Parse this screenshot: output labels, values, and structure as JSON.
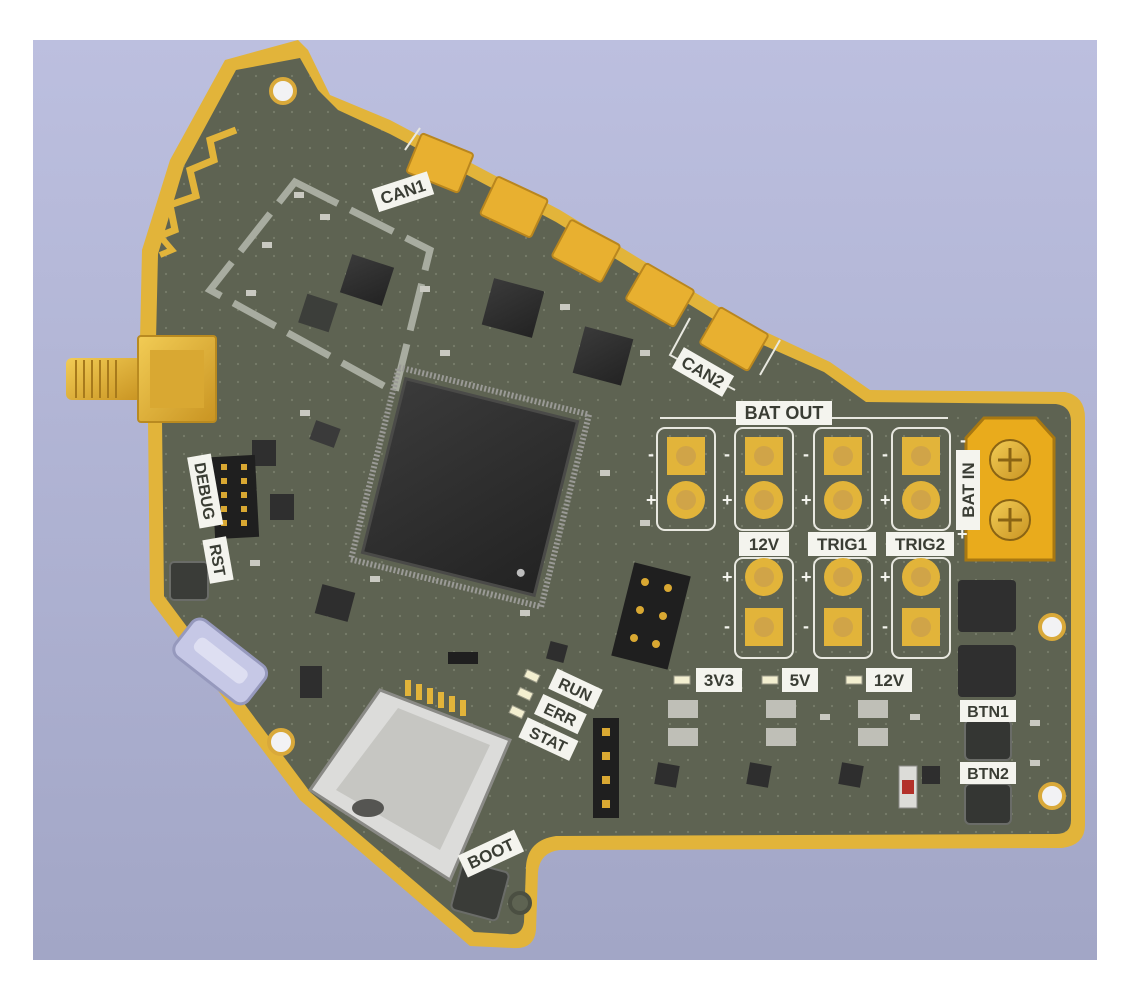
{
  "labels": {
    "can1": "CAN1",
    "can2": "CAN2",
    "bat_out": "BAT OUT",
    "bat_in": "BAT IN",
    "debug": "DEBUG",
    "rst": "RST",
    "v12_out": "12V",
    "trig1": "TRIG1",
    "trig2": "TRIG2",
    "v3v3": "3V3",
    "v5": "5V",
    "v12_led": "12V",
    "run": "RUN",
    "err": "ERR",
    "stat": "STAT",
    "btn1": "BTN1",
    "btn2": "BTN2",
    "boot": "BOOT"
  },
  "polarity": {
    "minus": "-",
    "plus": "+"
  },
  "colors": {
    "background_top": "#b8bbdc",
    "background_bottom": "#a3a7c7",
    "board": "#5e6352",
    "copper_gold": "#e2b43a",
    "connector_orange": "#e8b030",
    "silkscreen_box": "#f4f4ee",
    "chip_black": "#2b2b2b"
  }
}
